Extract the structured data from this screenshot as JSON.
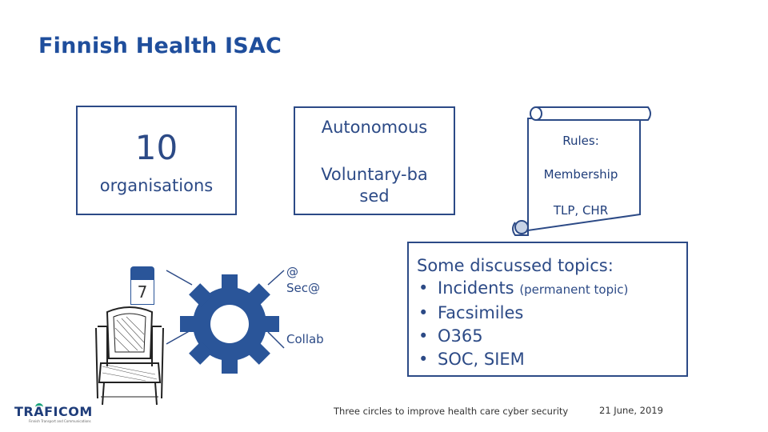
{
  "title": "Finnish Health ISAC",
  "organisations": {
    "count": "10",
    "label": "organisations"
  },
  "principles": {
    "first": "Autonomous",
    "second": "Voluntary-based"
  },
  "rules": {
    "heading": "Rules:",
    "item1": "Membership",
    "item2": "TLP, CHR"
  },
  "calendar": {
    "day": "7"
  },
  "gear_labels": {
    "top": "@\nSec@",
    "bottom": "Collab"
  },
  "topics": {
    "heading": "Some discussed topics:",
    "items": [
      {
        "text": "Incidents",
        "note": "(permanent topic)"
      },
      {
        "text": "Facsimiles",
        "note": ""
      },
      {
        "text": "O365",
        "note": ""
      },
      {
        "text": "SOC, SIEM",
        "note": ""
      }
    ]
  },
  "footer": {
    "logo": "TRAFICOM",
    "logo_sub": "Finnish Transport and Communications Agency",
    "caption": "Three circles to improve health care cyber security",
    "date": "21 June, 2019"
  },
  "colors": {
    "primary": "#2c4a86",
    "gear": "#2a5599",
    "title": "#1f4e9c",
    "logo_green": "#1aa37a"
  }
}
